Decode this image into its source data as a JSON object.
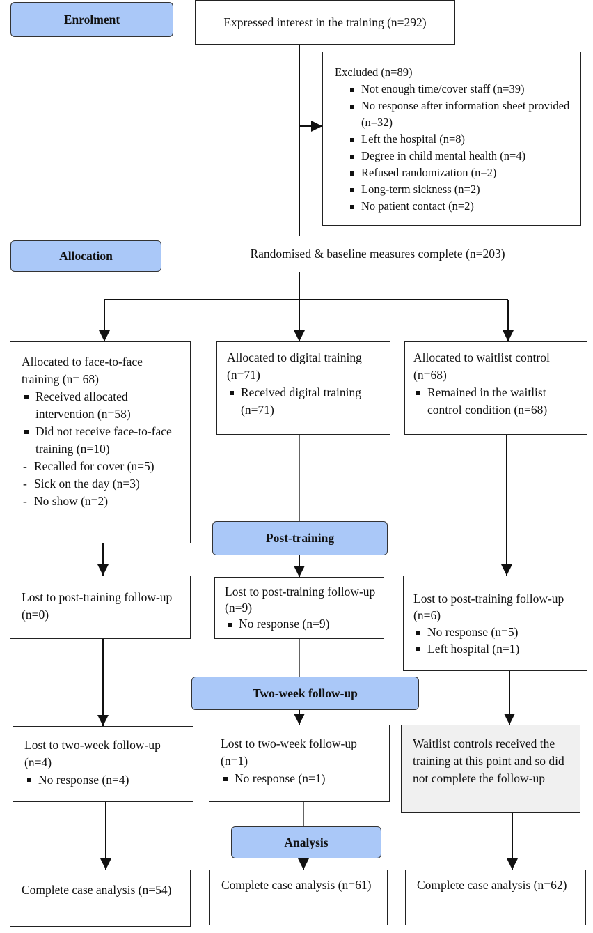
{
  "stages": {
    "enrolment": "Enrolment",
    "allocation": "Allocation",
    "post_training": "Post-training",
    "two_week": "Two-week follow-up",
    "analysis": "Analysis"
  },
  "interest": "Expressed interest in the training (n=292)",
  "excluded": {
    "title": "Excluded (n=89)",
    "items": [
      "Not enough time/cover staff (n=39)",
      "No response after information sheet provided (n=32)",
      "Left the hospital (n=8)",
      "Degree in child mental health (n=4)",
      "Refused randomization (n=2)",
      "Long-term sickness (n=2)",
      "No patient contact (n=2)"
    ]
  },
  "randomised": "Randomised & baseline measures complete (n=203)",
  "arms": {
    "face": {
      "allocated": "Allocated to face-to-face training (n= 68)",
      "received": "Received allocated intervention (n=58)",
      "not_received": "Did not receive face-to-face training (n=10)",
      "reasons": [
        "Recalled for cover (n=5)",
        "Sick on the day (n=3)",
        "No show (n=2)"
      ],
      "lost_post": "Lost to post-training follow-up (n=0)",
      "lost_two_week": "Lost to two-week follow-up (n=4)",
      "lost_two_week_items": [
        "No response (n=4)"
      ],
      "analysis": "Complete case analysis (n=54)"
    },
    "digital": {
      "allocated": "Allocated to digital training (n=71)",
      "received": "Received digital training (n=71)",
      "lost_post": "Lost to post-training follow-up (n=9)",
      "lost_post_items": [
        "No response (n=9)"
      ],
      "lost_two_week": "Lost to two-week follow-up (n=1)",
      "lost_two_week_items": [
        "No response (n=1)"
      ],
      "analysis": "Complete case analysis (n=61)"
    },
    "waitlist": {
      "allocated": "Allocated to waitlist control (n=68)",
      "received": "Remained in the waitlist control condition (n=68)",
      "lost_post": "Lost to post-training follow-up (n=6)",
      "lost_post_items": [
        "No response (n=5)",
        "Left hospital (n=1)"
      ],
      "note": "Waitlist controls received the training at this point and so did not complete the follow-up",
      "analysis": "Complete case analysis (n=62)"
    }
  },
  "colors": {
    "stage_fill": "#aac8f8",
    "note_fill": "#f0f0f0",
    "line": "#111111"
  }
}
